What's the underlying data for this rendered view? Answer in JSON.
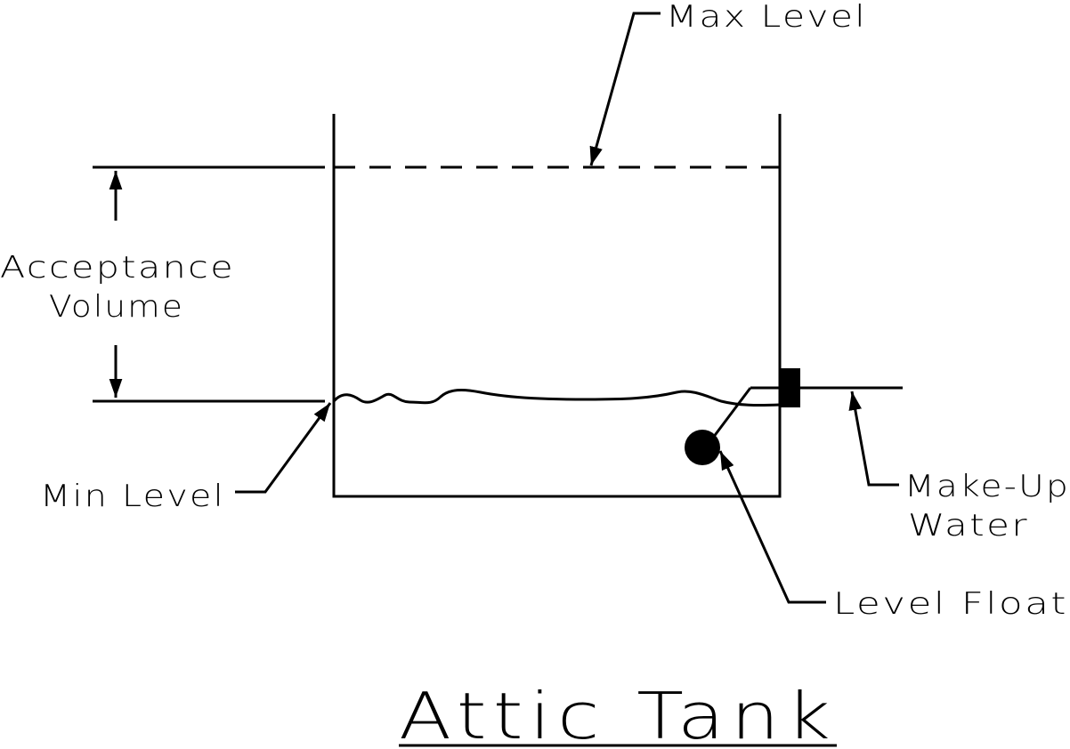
{
  "labels": {
    "max_level": "Max Level",
    "acceptance_line1": "Acceptance",
    "acceptance_line2": "Volume",
    "min_level": "Min Level",
    "make_up_line1": "Make-Up",
    "make_up_line2": "Water",
    "level_float": "Level Float"
  },
  "title": "Attic Tank",
  "colors": {
    "ink": "#000000",
    "background": "#ffffff"
  }
}
